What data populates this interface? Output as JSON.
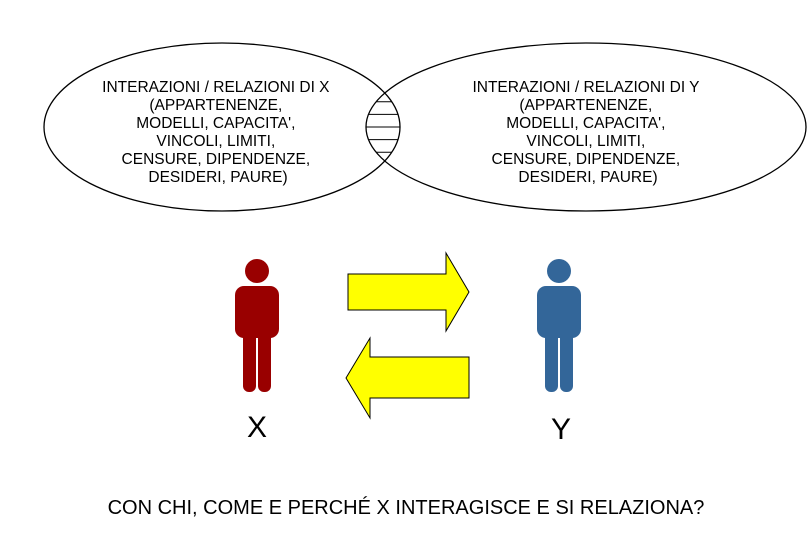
{
  "left_set": {
    "lines": [
      "INTERAZIONI / RELAZIONI DI X",
      "(APPARTENENZE,",
      "MODELLI, CAPACITA',",
      "VINCOLI, LIMITI,",
      "CENSURE, DIPENDENZE,",
      "DESIDERI, PAURE)"
    ]
  },
  "right_set": {
    "lines": [
      "INTERAZIONI / RELAZIONI DI Y",
      "(APPARTENENZE,",
      "MODELLI, CAPACITA',",
      "VINCOLI, LIMITI,",
      "CENSURE, DIPENDENZE,",
      "DESIDERI, PAURE)"
    ]
  },
  "person_x": {
    "label": "X",
    "color": "#990000"
  },
  "person_y": {
    "label": "Y",
    "color": "#336699"
  },
  "arrows": {
    "color": "#ffff00"
  },
  "question": "CON CHI, COME E PERCHÉ X INTERAGISCE E SI RELAZIONA?"
}
